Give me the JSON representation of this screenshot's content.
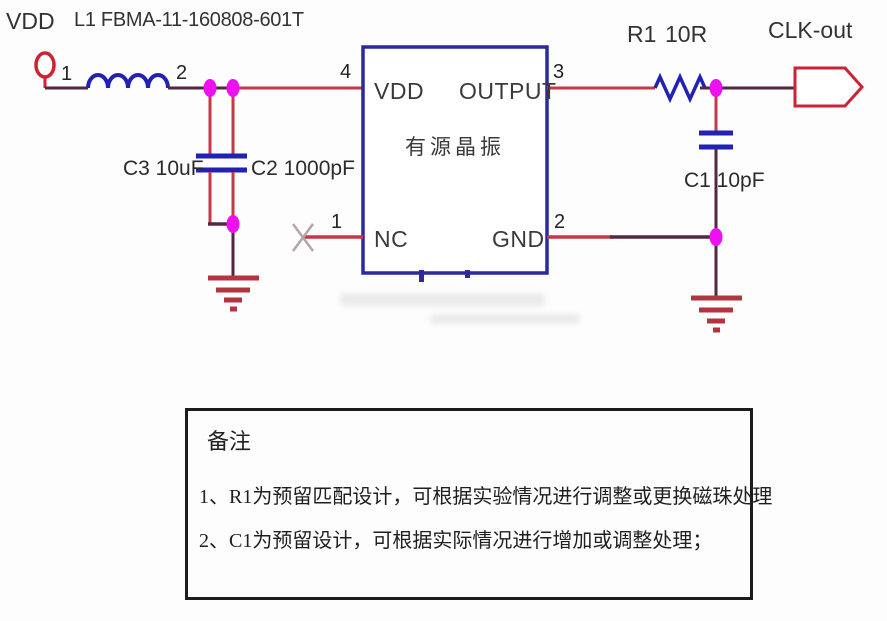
{
  "colors": {
    "wire_red": "#c23a46",
    "wire_dark": "#532840",
    "component_blue": "#2121b4",
    "chip_border": "#2a2a9e",
    "junction_magenta": "#ee10ee",
    "ground_red": "#b2343f",
    "terminal_red": "#cc2233",
    "cross_gray": "#b4a4ac"
  },
  "schematic": {
    "vdd_terminal_label": "VDD",
    "l1_label": "L1 FBMA-11-160808-601T",
    "l1_pin_left": "1",
    "l1_pin_right": "2",
    "c3_label": "C3 10uF",
    "c2_label": "C2 1000pF",
    "c1_label": "C1 10pF",
    "r1_ref": "R1",
    "r1_value": "10R",
    "clk_out_label": "CLK-out",
    "chip": {
      "title": "有源晶振",
      "pin_vdd_label": "VDD",
      "pin_vdd_num": "4",
      "pin_output_label": "OUTPUT",
      "pin_output_num": "3",
      "pin_nc_label": "NC",
      "pin_nc_num": "1",
      "pin_gnd_label": "GND",
      "pin_gnd_num": "2"
    }
  },
  "notes": {
    "heading": "备注",
    "items": [
      "1、R1为预留匹配设计，可根据实验情况进行调整或更换磁珠处理",
      "2、C1为预留设计，可根据实际情况进行增加或调整处理；"
    ]
  }
}
